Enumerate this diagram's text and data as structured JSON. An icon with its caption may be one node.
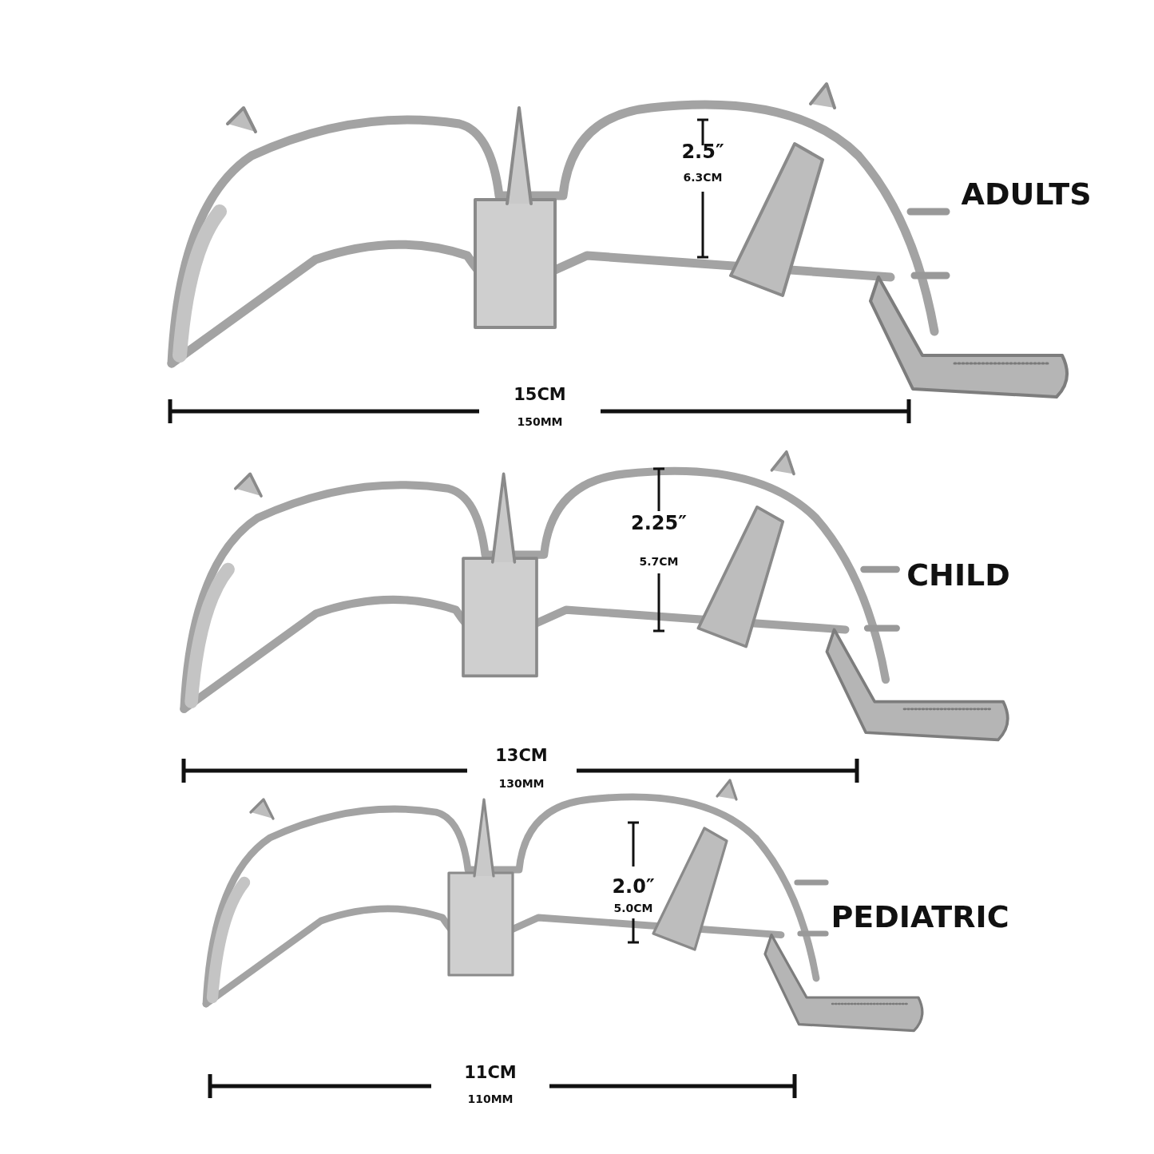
{
  "diagram": {
    "labels": [
      "2.5″",
      "6.3CM",
      "ADULTS",
      "15CM",
      "150MM",
      "2.25″",
      "5.7CM",
      "CHILD",
      "13CM",
      "130MM",
      "2.0″",
      "5.0CM",
      "PEDIATRIC",
      "11CM",
      "110MM"
    ]
  }
}
